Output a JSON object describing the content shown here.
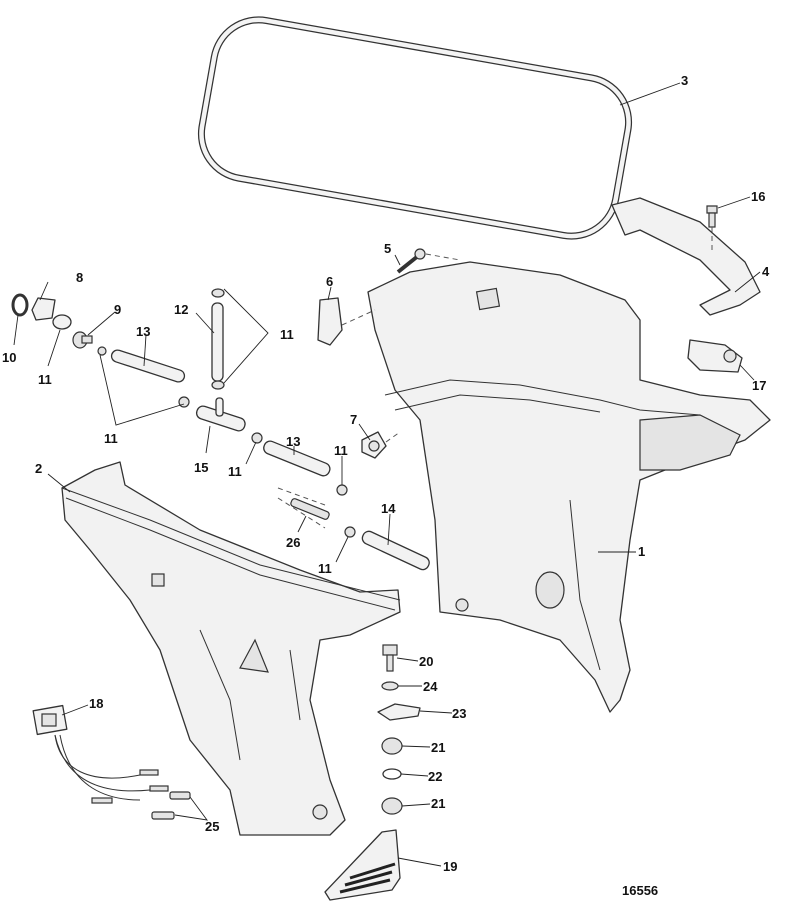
{
  "diagram": {
    "figure_number": "16556",
    "callouts": {
      "seal": "3",
      "screw_16": "16",
      "cover_4": "4",
      "screw_5": "5",
      "bracket_6": "6",
      "grommet_8": "8",
      "fitting_9": "9",
      "ring_10": "10",
      "clamp_11_a": "11",
      "hose_12": "12",
      "hose_13_a": "13",
      "clamp_11_b": "11",
      "latch_17": "17",
      "latch_7": "7",
      "clamp_11_c": "11",
      "tee_15": "15",
      "clamp_11_d": "11",
      "hose_13_b": "13",
      "clamp_11_e": "11",
      "cowl_2": "2",
      "hose_14": "14",
      "cowl_1": "1",
      "fitting_26": "26",
      "clamp_11_f": "11",
      "screw_20": "20",
      "washer_24": "24",
      "bracket_23": "23",
      "harness_18": "18",
      "bushing_21_a": "21",
      "washer_22": "22",
      "bushing_21_b": "21",
      "terminals_25": "25",
      "handle_19": "19"
    }
  }
}
